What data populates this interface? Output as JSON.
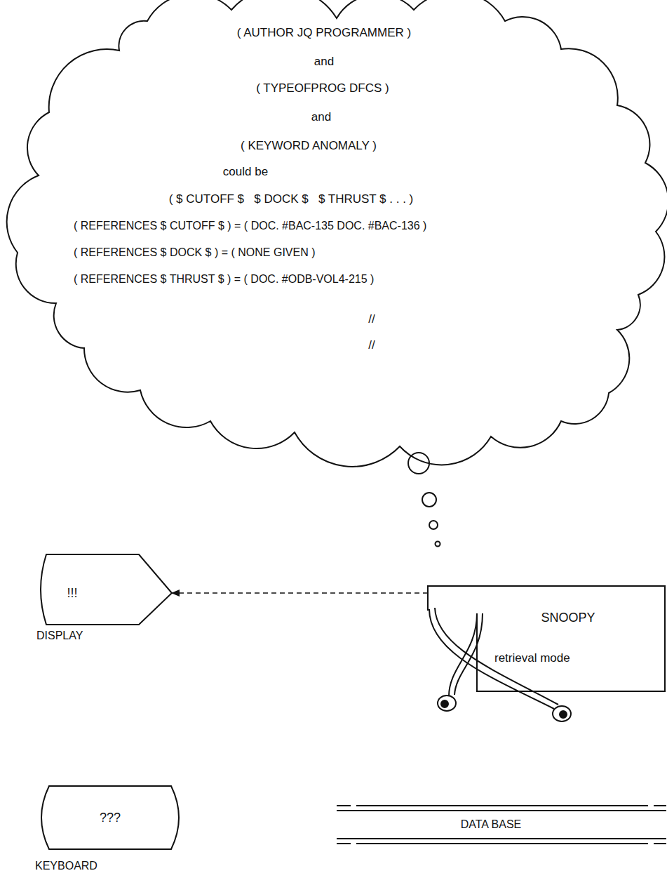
{
  "diagram": {
    "nodes": [
      {
        "text": [
          "( AUTHOR JQ PROGRAMMER )",
          "and",
          "( TYPEOFPROG DFCS )",
          "and",
          "( KEYWORD ANOMALY )",
          "could be",
          "( $ CUTOFF $   $ DOCK $   $ THRUST $ . . . )",
          "( REFERENCES $ CUTOFF $ ) = ( DOC. #BAC-135 DOC. #BAC-136 )",
          "( REFERENCES $ DOCK $ ) = ( NONE GIVEN )",
          "( REFERENCES $ THRUST $ ) = ( DOC. #ODB-VOL4-215 )",
          "//",
          "//"
        ]
      },
      {
        "text": [
          "!!!",
          "DISPLAY"
        ]
      },
      {
        "text": [
          "SNOOPY",
          "retrieval mode"
        ]
      },
      {
        "text": [
          "???",
          "KEYBOARD"
        ]
      },
      {
        "text": [
          "DATA BASE"
        ]
      }
    ],
    "edges": [
      {
        "from": 2,
        "to": 1,
        "arrow": "to"
      }
    ]
  }
}
